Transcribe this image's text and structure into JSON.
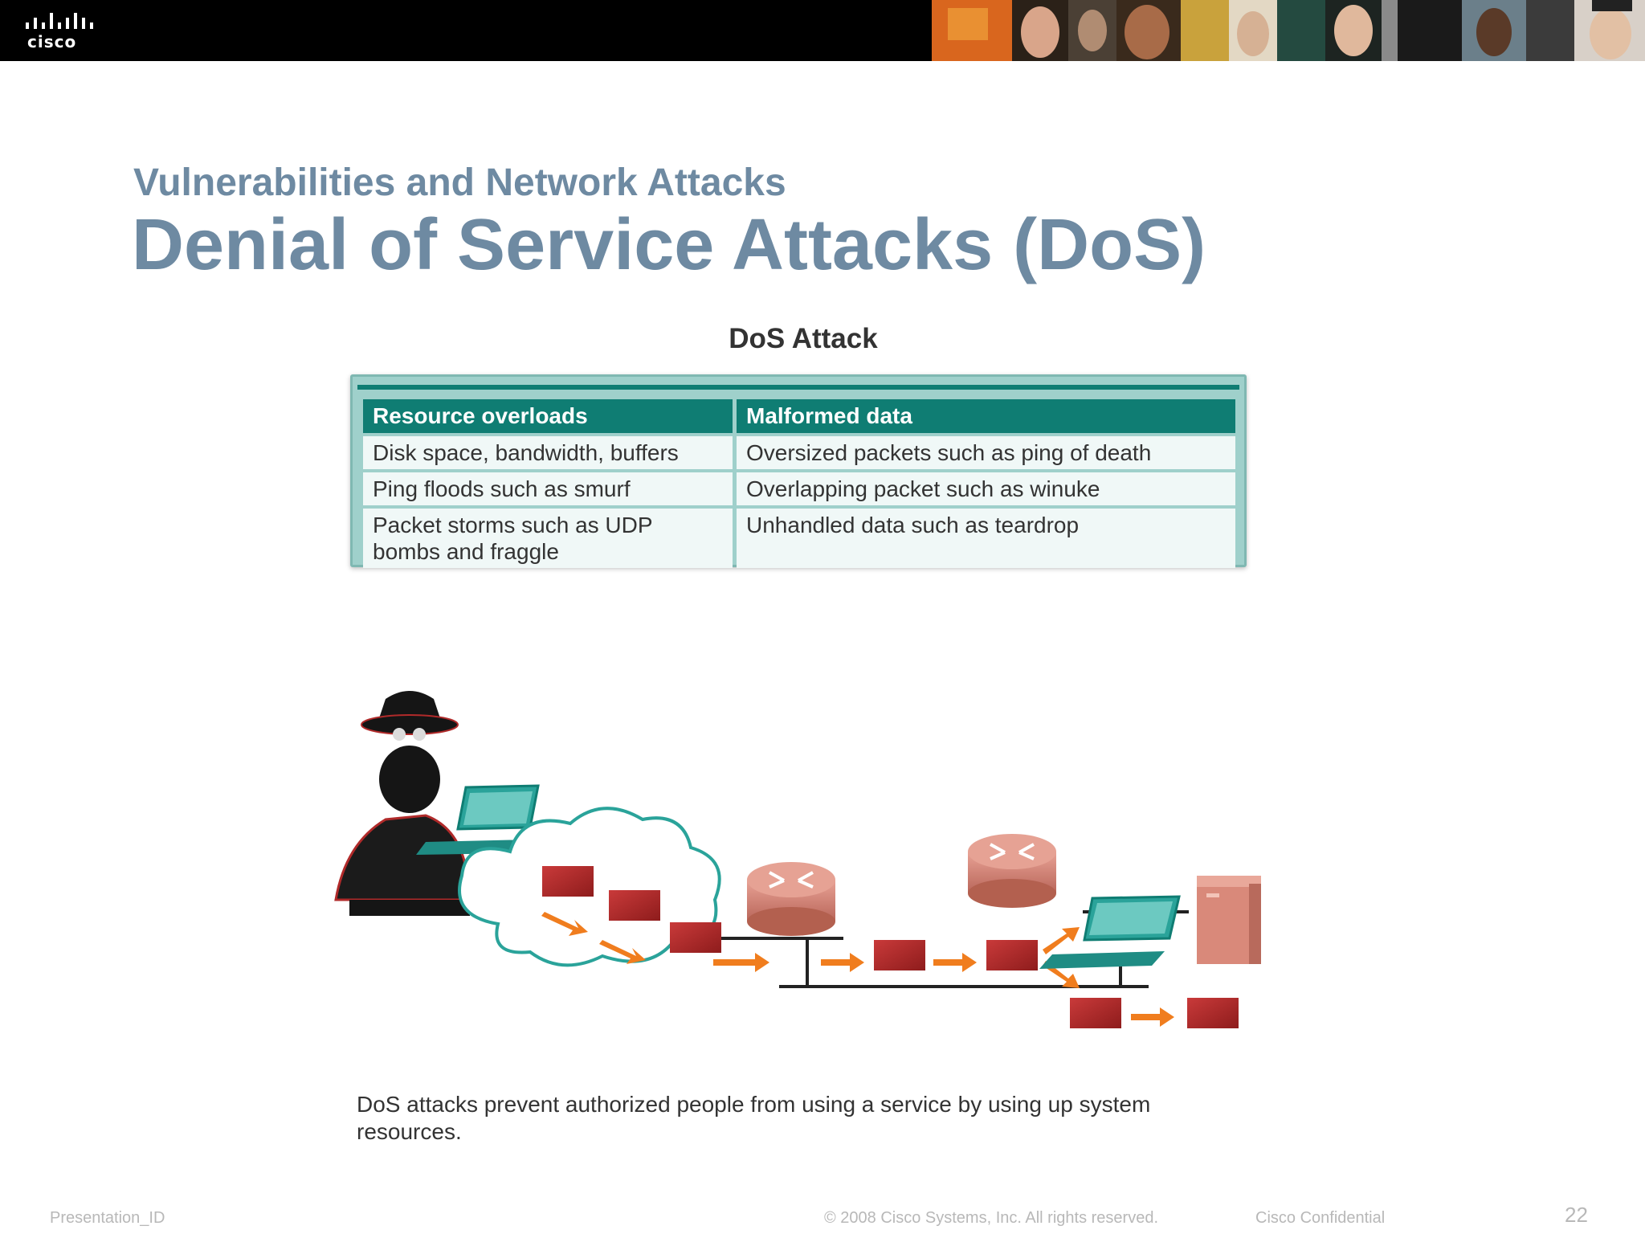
{
  "header": {
    "logo_text": "cisco",
    "logo_icon": "cisco-bars-icon",
    "photo_strip_icon": "people-photo-strip"
  },
  "slide": {
    "subtitle": "Vulnerabilities and Network Attacks",
    "title": "Denial of Service Attacks (DoS)"
  },
  "figure": {
    "title": "DoS Attack",
    "table": {
      "headers": [
        "Resource overloads",
        "Malformed data"
      ],
      "rows": [
        [
          "Disk space, bandwidth, buffers",
          "Oversized packets such as ping of death"
        ],
        [
          "Ping floods such as smurf",
          "Overlapping packet such as winuke"
        ],
        [
          "Packet storms such as UDP bombs and fraggle",
          "Unhandled data such as teardrop"
        ]
      ]
    },
    "diagram_icons": [
      "hacker-icon",
      "laptop-icon",
      "cloud-icon",
      "packet-icon",
      "arrow-icon",
      "router-icon",
      "server-icon"
    ],
    "caption": "DoS attacks prevent authorized people from using a service by using up system resources."
  },
  "footer": {
    "presentation_id": "Presentation_ID",
    "copyright": "© 2008 Cisco Systems, Inc. All rights reserved.",
    "confidential": "Cisco Confidential",
    "page_number": "22"
  },
  "colors": {
    "title": "#6e8aa2",
    "table_header": "#0f7d73",
    "table_frame": "#9fd0cb",
    "packet": "#b02a2a",
    "arrow": "#f07d1e",
    "router": "#c97a6e",
    "laptop": "#2aa39a"
  }
}
